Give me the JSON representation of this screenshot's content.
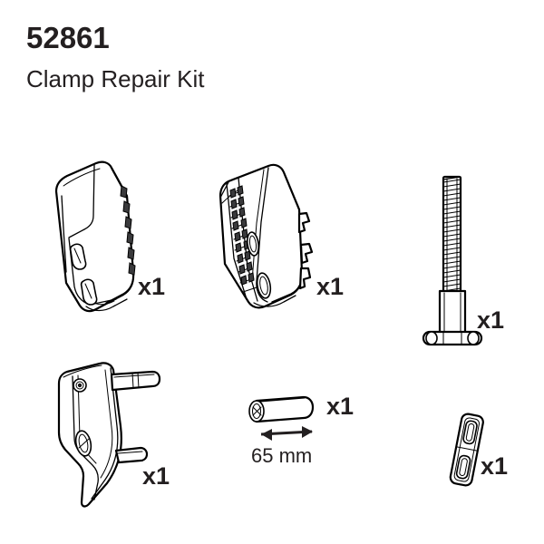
{
  "header": {
    "part_number": "52861",
    "kit_name": "Clamp Repair Kit"
  },
  "parts": [
    {
      "id": "clamp-shell-outer",
      "icon": "clamp-shell-part",
      "quantity_label": "x1"
    },
    {
      "id": "clamp-jaw-textured",
      "icon": "clamp-jaw-part",
      "quantity_label": "x1"
    },
    {
      "id": "threaded-screw",
      "icon": "threaded-screw-part",
      "quantity_label": "x1"
    },
    {
      "id": "clamp-lever",
      "icon": "clamp-lever-part",
      "quantity_label": "x1"
    },
    {
      "id": "spacer-tube",
      "icon": "spacer-tube-part",
      "quantity_label": "x1",
      "dimension_label": "65 mm"
    },
    {
      "id": "retaining-clip",
      "icon": "retaining-clip-part",
      "quantity_label": "x1"
    }
  ],
  "colors": {
    "background": "#ffffff",
    "ink": "#231f20",
    "line": "#000000",
    "fill": "#ffffff",
    "shade": "#58595b"
  }
}
